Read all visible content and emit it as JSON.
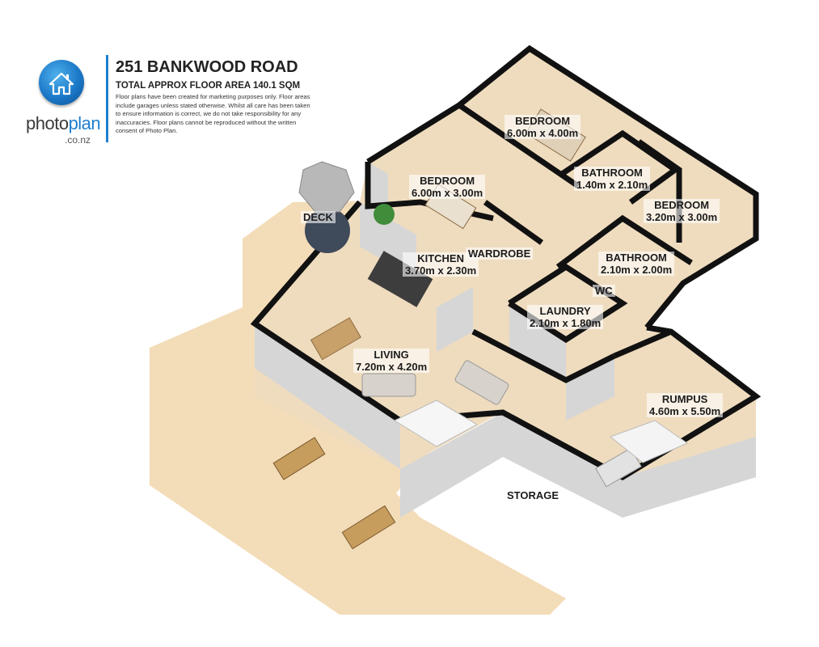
{
  "brand": {
    "logo_text_a": "photo",
    "logo_text_b": "plan",
    "logo_domain": ".co.nz",
    "accent": "#1e7fcf"
  },
  "header": {
    "title": "251 BANKWOOD ROAD",
    "subtitle": "TOTAL APPROX FLOOR AREA 140.1 SQM",
    "disclaimer": "Floor plans have been created for marketing purposes only. Floor areas include garages unless stated otherwise. Whilst all care has been taken to ensure information is correct, we do not take responsibility for any inaccuracies. Floor plans cannot be reproduced without the written consent of Photo Plan."
  },
  "rooms": {
    "bedroom1": {
      "name": "BEDROOM",
      "size": "6.00m x 4.00m"
    },
    "bedroom2": {
      "name": "BEDROOM",
      "size": "6.00m x 3.00m"
    },
    "bathroom1": {
      "name": "BATHROOM",
      "size": "1.40m x 2.10m"
    },
    "bedroom3": {
      "name": "BEDROOM",
      "size": "3.20m x 3.00m"
    },
    "deck": {
      "name": "DECK"
    },
    "kitchen": {
      "name": "KITCHEN",
      "size": "3.70m x 2.30m"
    },
    "wardrobe": {
      "name": "WARDROBE"
    },
    "bathroom2": {
      "name": "BATHROOM",
      "size": "2.10m x 2.00m"
    },
    "wc": {
      "name": "WC"
    },
    "laundry": {
      "name": "LAUNDRY",
      "size": "2.10m x 1.80m"
    },
    "living": {
      "name": "LIVING",
      "size": "7.20m x 4.20m"
    },
    "rumpus": {
      "name": "RUMPUS",
      "size": "4.60m x 5.50m"
    },
    "storage": {
      "name": "STORAGE"
    }
  },
  "colors": {
    "deck_fill": "#f3dcb8",
    "floor_fill": "#f0dcbc",
    "wall_top": "#111111",
    "wall_face": "#d9d9d9"
  }
}
